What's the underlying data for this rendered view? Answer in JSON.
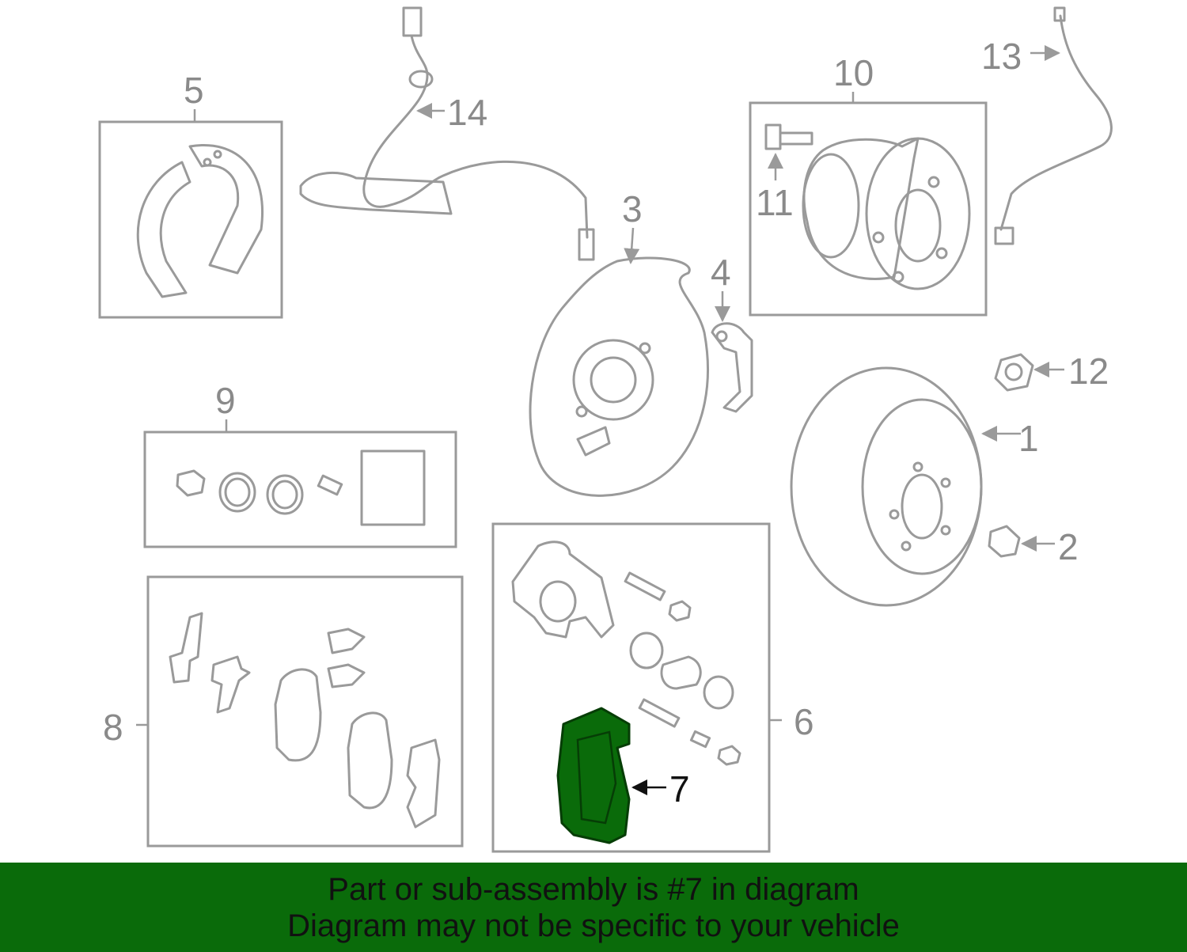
{
  "callouts": {
    "c1": "1",
    "c2": "2",
    "c3": "3",
    "c4": "4",
    "c5": "5",
    "c6": "6",
    "c7": "7",
    "c8": "8",
    "c9": "9",
    "c10": "10",
    "c11": "11",
    "c12": "12",
    "c13": "13",
    "c14": "14"
  },
  "highlight": {
    "part": "7",
    "color": "#0a6b0a"
  },
  "colors": {
    "line": "#9a9a9a",
    "banner": "#0a6b0a",
    "text": "#111111"
  },
  "banner": {
    "line1": "Part or sub-assembly is #7 in diagram",
    "line2": "Diagram may not be specific to your vehicle"
  }
}
